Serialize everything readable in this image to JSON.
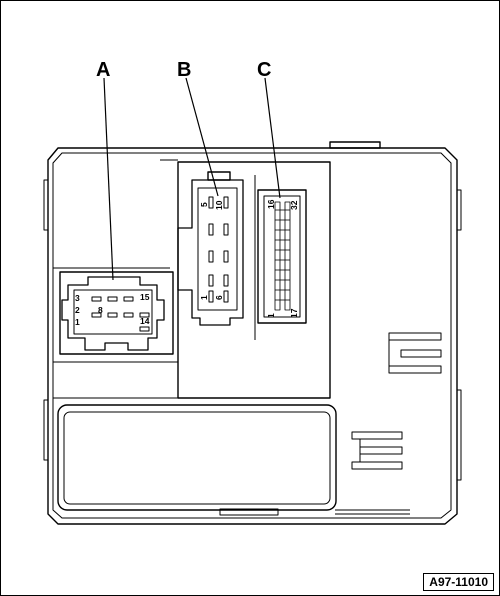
{
  "callouts": {
    "a": "A",
    "b": "B",
    "c": "C"
  },
  "connector_a": {
    "pin_3": "3",
    "pin_2": "2",
    "pin_1": "1",
    "pin_8": "8",
    "pin_15": "15",
    "pin_14": "14"
  },
  "connector_b": {
    "pin_5": "5",
    "pin_10": "10",
    "pin_1": "1",
    "pin_6": "6"
  },
  "connector_c": {
    "pin_16": "16",
    "pin_32": "32",
    "pin_1": "1",
    "pin_17": "17"
  },
  "figure_id": "A97-11010",
  "colors": {
    "line": "#000000",
    "background": "#ffffff"
  }
}
